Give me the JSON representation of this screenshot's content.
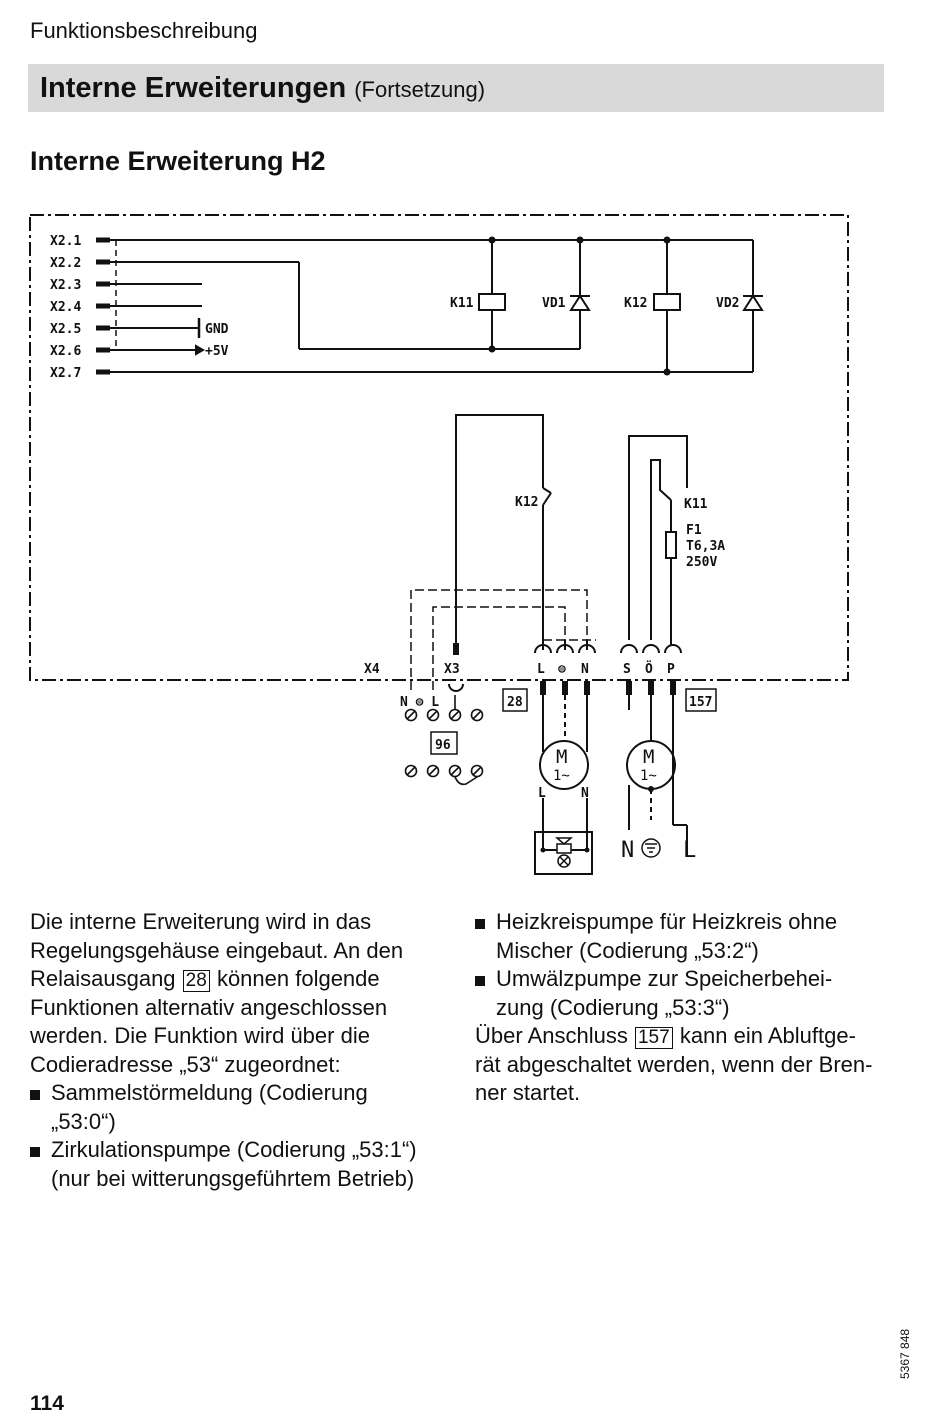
{
  "header": {
    "section": "Funktionsbeschreibung"
  },
  "section_bar": {
    "title": "Interne Erweiterungen",
    "title_suffix": "(Fortsetzung)"
  },
  "subtitle": "Interne Erweiterung H2",
  "diagram": {
    "terminals": [
      "X2.1",
      "X2.2",
      "X2.3",
      "X2.4",
      "X2.5",
      "X2.6",
      "X2.7"
    ],
    "gnd": "GND",
    "plus5v": "+5V",
    "k11": "K11",
    "vd1": "VD1",
    "k12": "K12",
    "vd2": "VD2",
    "k12_contact": "K12",
    "k11_contact": "K11",
    "fuse_name": "F1",
    "fuse_rating": "T6,3A",
    "fuse_voltage": "250V",
    "x4": "X4",
    "x3": "X3",
    "plug28_pins": [
      "L",
      "⊜",
      "N"
    ],
    "plug157_pins": [
      "S",
      "Ö",
      "P"
    ],
    "box28": "28",
    "box157": "157",
    "box96": "96",
    "x3_pins": "N ⊜ L",
    "motor_m": "M",
    "motor_phase": "1~",
    "motor1_l": "L",
    "motor1_n": "N",
    "out_n": "N",
    "out_l": "L"
  },
  "body": {
    "left_paragraph": {
      "p1": "Die interne Erweiterung wird in das",
      "p2": "Regelungsgehäuse eingebaut. An den",
      "p3a": "Relaisausgang",
      "p3box": "28",
      "p3b": "können folgende",
      "p4": "Funktionen alternativ angeschlossen",
      "p5": "werden. Die Funktion wird über die",
      "p6": "Codieradresse „53“ zugeordnet:"
    },
    "left_bullets": [
      {
        "l1": "Sammelstörmeldung (Codierung",
        "l2": "„53:0“)"
      },
      {
        "l1": "Zirkulationspumpe (Codierung „53:1“)",
        "l2": "(nur bei witterungsgeführtem Betrieb)"
      }
    ],
    "right_bullets": [
      {
        "l1": "Heizkreispumpe für Heizkreis ohne",
        "l2": "Mischer (Codierung „53:2“)"
      },
      {
        "l1": "Umwälzpumpe zur Speicherbehei-",
        "l2": "zung (Codierung „53:3“)"
      }
    ],
    "right_paragraph": {
      "p1a": "Über Anschluss",
      "p1box": "157",
      "p1b": "kann ein Abluftge-",
      "p2": "rät abgeschaltet werden, wenn der Bren-",
      "p3": "ner startet."
    }
  },
  "footer": {
    "doc_number": "5367 848",
    "page_number": "114"
  }
}
